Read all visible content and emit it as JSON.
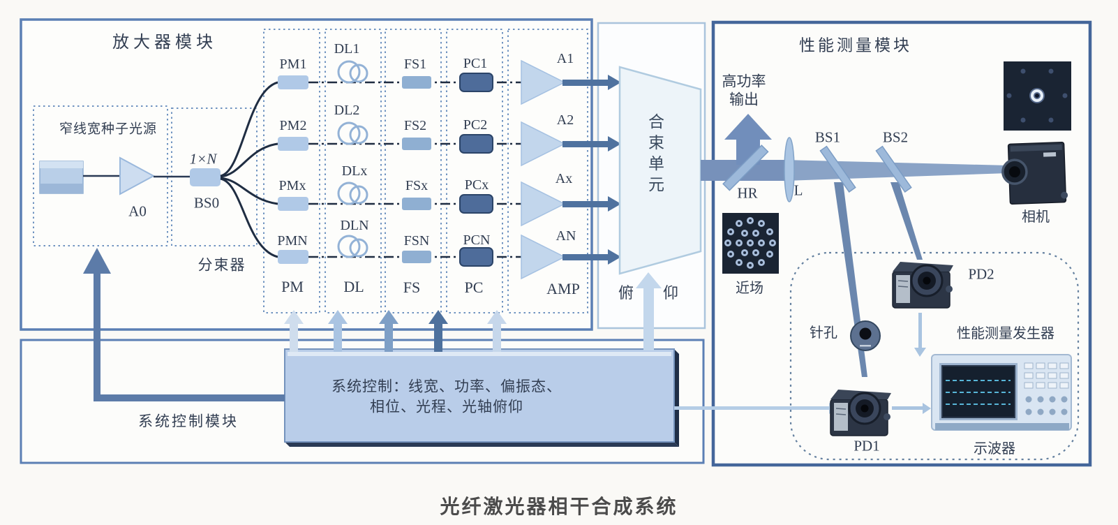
{
  "caption": "光纤激光器相干合成系统",
  "amp": {
    "title": "放大器模块",
    "seed_label": "窄线宽种子光源",
    "a0": "A0",
    "ratio": "1×N",
    "bs0": "BS0",
    "splitter": "分束器",
    "rows": [
      {
        "pm": "PM1",
        "dl": "DL1",
        "fs": "FS1",
        "pc": "PC1",
        "a": "A1"
      },
      {
        "pm": "PM2",
        "dl": "DL2",
        "fs": "FS2",
        "pc": "PC2",
        "a": "A2"
      },
      {
        "pm": "PMx",
        "dl": "DLx",
        "fs": "FSx",
        "pc": "PCx",
        "a": "Ax"
      },
      {
        "pm": "PMN",
        "dl": "DLN",
        "fs": "FSN",
        "pc": "PCN",
        "a": "AN"
      }
    ],
    "cols": [
      "PM",
      "DL",
      "FS",
      "PC",
      "AMP"
    ]
  },
  "combiner": {
    "label": "合束单元",
    "tilt_left": "俯",
    "tilt_right": "仰"
  },
  "ctrl": {
    "module_title": "系统控制模块",
    "line1": "系统控制：线宽、功率、偏振态、",
    "line2": "相位、光程、光轴俯仰"
  },
  "meas": {
    "title": "性能测量模块",
    "hp1": "高功率",
    "hp2": "输出",
    "hr": "HR",
    "lens": "L",
    "bs1": "BS1",
    "bs2": "BS2",
    "camera": "相机",
    "near": "近场",
    "pinhole": "针孔",
    "pd1": "PD1",
    "pd2": "PD2",
    "generator": "性能测量发生器",
    "scope": "示波器"
  },
  "colors": {
    "module_border": "#5b7fb4",
    "right_module_border": "#44669a",
    "fiber_line": "#1f2d42",
    "pm_block": "#b0c9e7",
    "fs_block": "#8fafd2",
    "pc_block": "#4e6c9a",
    "amp_triangle": "#c2d6ec",
    "beam": "#8aa3c6",
    "control_panel": "#b9cde9",
    "dark_image_bg": "#1a2433",
    "light_arrow": "#c3d7ec",
    "dark_arrow": "#4e719d"
  }
}
